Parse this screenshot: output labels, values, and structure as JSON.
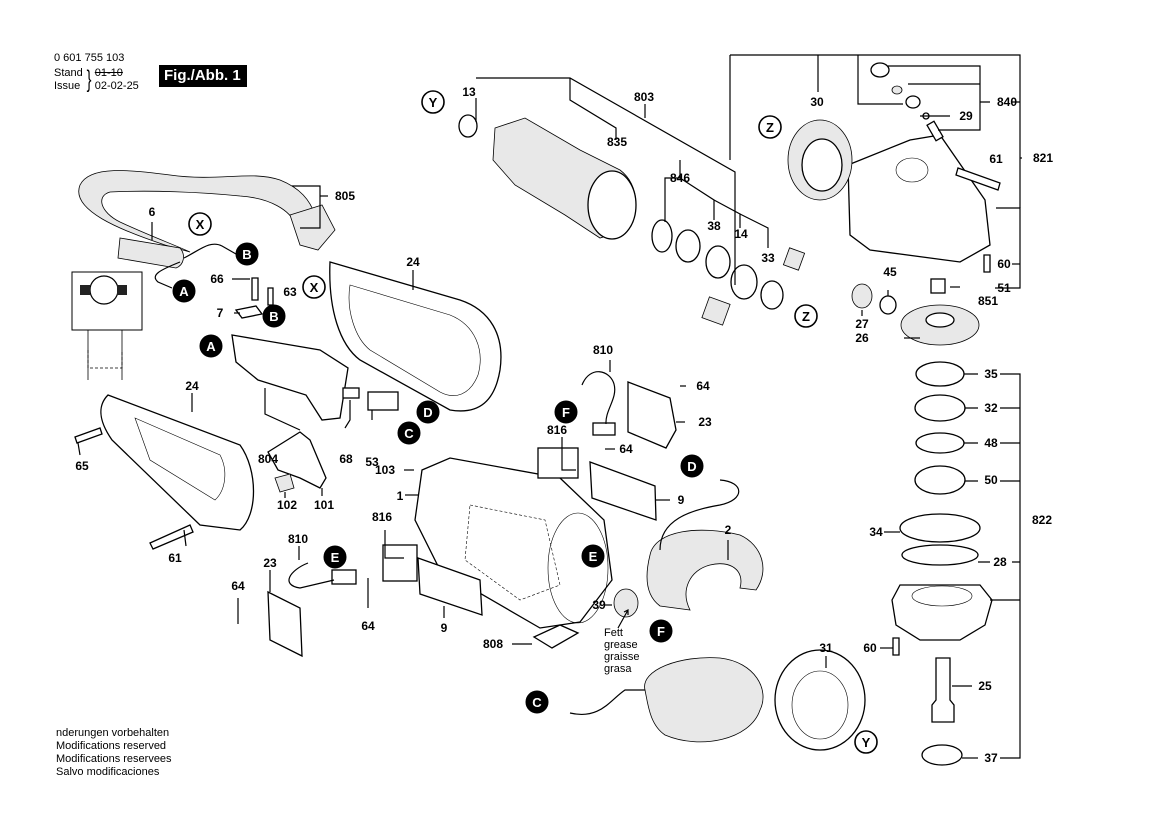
{
  "header": {
    "document_number": "0 601 755 103",
    "stand_label": "Stand",
    "issue_label": "Issue",
    "stand_value": "01-10",
    "issue_value": "02-02-25",
    "figure_badge": "Fig./Abb. 1"
  },
  "footer": {
    "lines": [
      "nderungen vorbehalten",
      "Modifications reserved",
      "Modifications reservees",
      "Salvo modificaciones"
    ]
  },
  "grease_note": [
    "Fett",
    "grease",
    "graisse",
    "grasa"
  ],
  "part_labels": [
    {
      "id": "p13",
      "text": "13"
    },
    {
      "id": "p803",
      "text": "803"
    },
    {
      "id": "p835",
      "text": "835"
    },
    {
      "id": "p846",
      "text": "846"
    },
    {
      "id": "p38",
      "text": "38"
    },
    {
      "id": "p14",
      "text": "14"
    },
    {
      "id": "p33",
      "text": "33"
    },
    {
      "id": "p30",
      "text": "30"
    },
    {
      "id": "p840",
      "text": "840"
    },
    {
      "id": "p29",
      "text": "29"
    },
    {
      "id": "p821",
      "text": "821"
    },
    {
      "id": "p61a",
      "text": "61"
    },
    {
      "id": "p60a",
      "text": "60"
    },
    {
      "id": "p51",
      "text": "51"
    },
    {
      "id": "p851",
      "text": "851"
    },
    {
      "id": "p45",
      "text": "45"
    },
    {
      "id": "p27",
      "text": "27"
    },
    {
      "id": "p26",
      "text": "26"
    },
    {
      "id": "p35",
      "text": "35"
    },
    {
      "id": "p32",
      "text": "32"
    },
    {
      "id": "p48",
      "text": "48"
    },
    {
      "id": "p50",
      "text": "50"
    },
    {
      "id": "p822",
      "text": "822"
    },
    {
      "id": "p34",
      "text": "34"
    },
    {
      "id": "p28",
      "text": "28"
    },
    {
      "id": "p60b",
      "text": "60"
    },
    {
      "id": "p25",
      "text": "25"
    },
    {
      "id": "p37",
      "text": "37"
    },
    {
      "id": "p805",
      "text": "805"
    },
    {
      "id": "p6",
      "text": "6"
    },
    {
      "id": "p66",
      "text": "66"
    },
    {
      "id": "p63",
      "text": "63"
    },
    {
      "id": "p7",
      "text": "7"
    },
    {
      "id": "p24a",
      "text": "24"
    },
    {
      "id": "p24b",
      "text": "24"
    },
    {
      "id": "p65",
      "text": "65"
    },
    {
      "id": "p804",
      "text": "804"
    },
    {
      "id": "p68",
      "text": "68"
    },
    {
      "id": "p53",
      "text": "53"
    },
    {
      "id": "p102",
      "text": "102"
    },
    {
      "id": "p101",
      "text": "101"
    },
    {
      "id": "p61b",
      "text": "61"
    },
    {
      "id": "p103",
      "text": "103"
    },
    {
      "id": "p1",
      "text": "1"
    },
    {
      "id": "p810a",
      "text": "810"
    },
    {
      "id": "p64a",
      "text": "64"
    },
    {
      "id": "p23a",
      "text": "23"
    },
    {
      "id": "p816a",
      "text": "816"
    },
    {
      "id": "p64b",
      "text": "64"
    },
    {
      "id": "p9a",
      "text": "9"
    },
    {
      "id": "p2",
      "text": "2"
    },
    {
      "id": "p816b",
      "text": "816"
    },
    {
      "id": "p810b",
      "text": "810"
    },
    {
      "id": "p23b",
      "text": "23"
    },
    {
      "id": "p64c",
      "text": "64"
    },
    {
      "id": "p64d",
      "text": "64"
    },
    {
      "id": "p9b",
      "text": "9"
    },
    {
      "id": "p808",
      "text": "808"
    },
    {
      "id": "p39",
      "text": "39"
    },
    {
      "id": "p31",
      "text": "31"
    }
  ],
  "callouts": [
    {
      "id": "cY1",
      "letter": "Y",
      "style": "open"
    },
    {
      "id": "cZ1",
      "letter": "Z",
      "style": "open"
    },
    {
      "id": "cZ2",
      "letter": "Z",
      "style": "open"
    },
    {
      "id": "cX1",
      "letter": "X",
      "style": "open"
    },
    {
      "id": "cX2",
      "letter": "X",
      "style": "open"
    },
    {
      "id": "cY2",
      "letter": "Y",
      "style": "open"
    },
    {
      "id": "cB1",
      "letter": "B",
      "style": "filled"
    },
    {
      "id": "cA1",
      "letter": "A",
      "style": "filled"
    },
    {
      "id": "cB2",
      "letter": "B",
      "style": "filled"
    },
    {
      "id": "cA2",
      "letter": "A",
      "style": "filled"
    },
    {
      "id": "cD1",
      "letter": "D",
      "style": "filled"
    },
    {
      "id": "cC1",
      "letter": "C",
      "style": "filled"
    },
    {
      "id": "cF1",
      "letter": "F",
      "style": "filled"
    },
    {
      "id": "cD2",
      "letter": "D",
      "style": "filled"
    },
    {
      "id": "cE1",
      "letter": "E",
      "style": "filled"
    },
    {
      "id": "cE2",
      "letter": "E",
      "style": "filled"
    },
    {
      "id": "cF2",
      "letter": "F",
      "style": "filled"
    },
    {
      "id": "cC2",
      "letter": "C",
      "style": "filled"
    }
  ]
}
